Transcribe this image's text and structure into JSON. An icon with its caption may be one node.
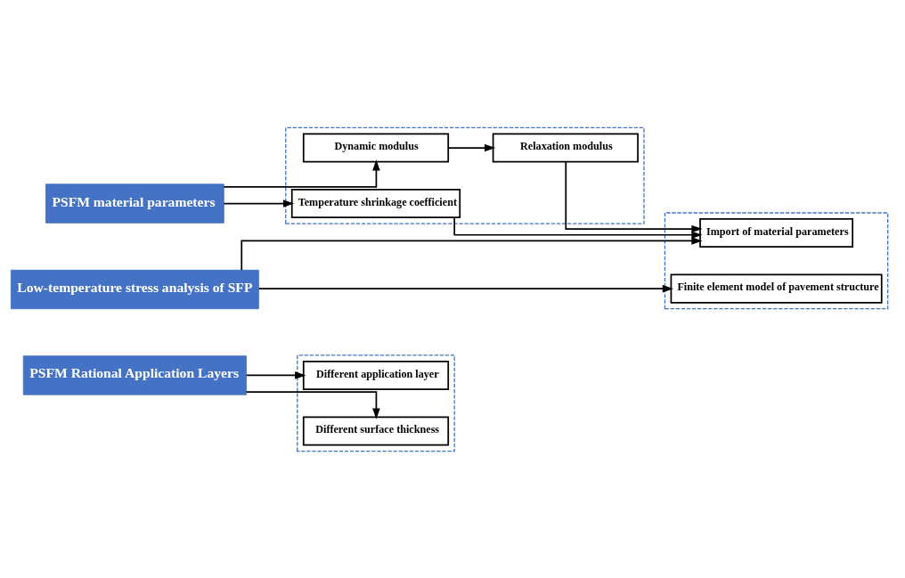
{
  "diagram": {
    "nodes": [
      {
        "text": [
          "PSFM material parameters"
        ]
      },
      {
        "text": [],
        "shape": "box"
      },
      {
        "text": [
          "Dynamic modulus"
        ],
        "in": 1
      },
      {
        "text": [
          "Relaxation modulus"
        ],
        "in": 1
      },
      {
        "text": [
          "Temperature shrinkage coefficient"
        ],
        "in": 1
      },
      {
        "text": [
          "Low-temperature stress analysis of SFP"
        ]
      },
      {
        "text": [],
        "shape": "box"
      },
      {
        "text": [
          "Import of material parameters"
        ],
        "in": 6
      },
      {
        "text": [
          "Finite element model of pavement structure"
        ],
        "in": 6
      },
      {
        "text": [
          "PSFM Rational Application Layers"
        ]
      },
      {
        "text": [],
        "shape": "box"
      },
      {
        "text": [
          "Different application layer"
        ],
        "in": 10
      },
      {
        "text": [
          "Different surface thickness"
        ],
        "in": 10
      }
    ],
    "edges": [
      {
        "from": 0,
        "to": 2,
        "arrow": "to"
      },
      {
        "from": 0,
        "to": 4,
        "arrow": "to"
      },
      {
        "from": 2,
        "to": 3,
        "arrow": "to"
      },
      {
        "from": 4,
        "to": 7,
        "arrow": "to"
      },
      {
        "from": 3,
        "to": 7,
        "arrow": "to"
      },
      {
        "from": 5,
        "to": 7,
        "arrow": "to"
      },
      {
        "from": 5,
        "to": 8,
        "arrow": "to"
      },
      {
        "from": 9,
        "to": 11,
        "arrow": "to"
      },
      {
        "from": 9,
        "to": 12,
        "arrow": "to"
      }
    ]
  }
}
